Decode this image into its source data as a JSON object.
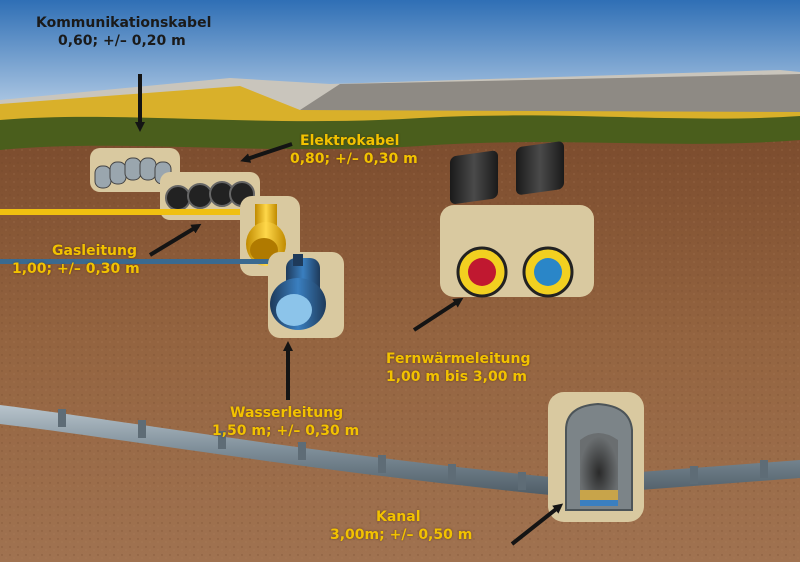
{
  "labels": {
    "kommunikation": {
      "name": "Kommunikationskabel",
      "depth": "0,60; +/– 0,20 m"
    },
    "elektro": {
      "name": "Elektrokabel",
      "depth": "0,80; +/– 0,30 m"
    },
    "gas": {
      "name": "Gasleitung",
      "depth": "1,00; +/– 0,30 m"
    },
    "fernwaerme": {
      "name": "Fernwärmeleitung",
      "depth": "1,00 m bis 3,00 m"
    },
    "wasser": {
      "name": "Wasserleitung",
      "depth": "1,50 m; +/– 0,30 m"
    },
    "kanal": {
      "name": "Kanal",
      "depth": "3,00m; +/– 0,50 m"
    }
  },
  "colors": {
    "sky_top": "#2f6fb5",
    "sky_bottom": "#cfe0f0",
    "soil": "#8a5a38",
    "grass": "#4a5e1c",
    "sand": "#d9c9a0",
    "label_gold": "#f2c200",
    "gas_pipe": "#f0c010",
    "water_pipe": "#3a7fc0",
    "heat_pipe_inner": "#c01830",
    "arrow": "#141414"
  }
}
